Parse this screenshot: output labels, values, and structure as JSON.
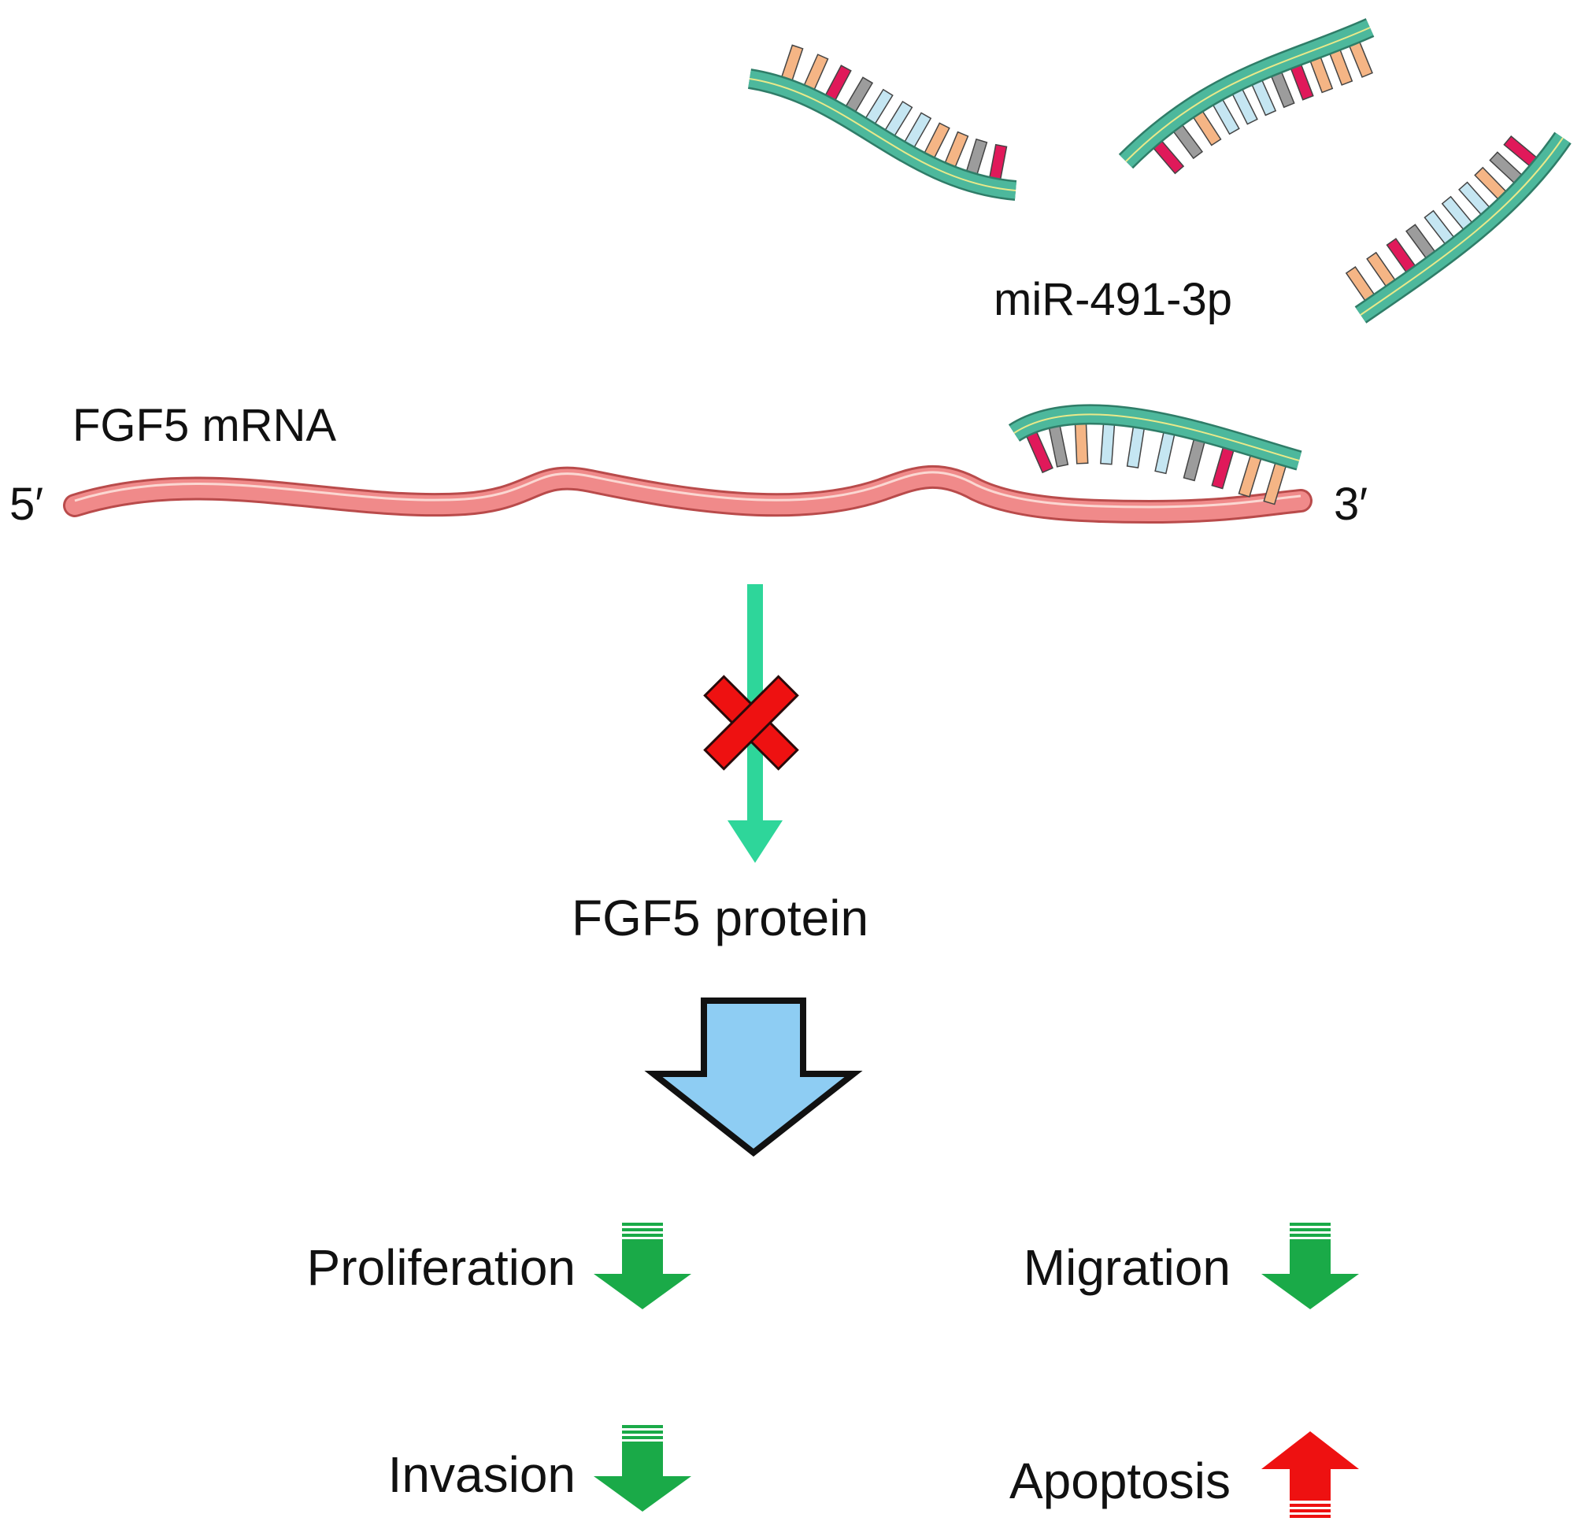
{
  "labels": {
    "mirna": "miR-491-3p",
    "mrna": "FGF5 mRNA",
    "five_prime": "5′",
    "three_prime": "3′",
    "protein": "FGF5 protein"
  },
  "outcomes": [
    {
      "label": "Proliferation",
      "direction": "down",
      "color": "#1aaa48"
    },
    {
      "label": "Migration",
      "direction": "down",
      "color": "#1aaa48"
    },
    {
      "label": "Invasion",
      "direction": "down",
      "color": "#1aaa48"
    },
    {
      "label": "Apoptosis",
      "direction": "up",
      "color": "#ee1111"
    }
  ],
  "colors": {
    "mrna_strand": "#f08a8a",
    "mirna_backbone": "#4db89c",
    "base_peach": "#f5b585",
    "base_magenta": "#e0195a",
    "base_gray": "#9c9c9c",
    "base_lightblue": "#c5e6f2",
    "translation_arrow": "#2ed69a",
    "block_cross": "#ee1111",
    "big_arrow": "#8ecdf3"
  }
}
